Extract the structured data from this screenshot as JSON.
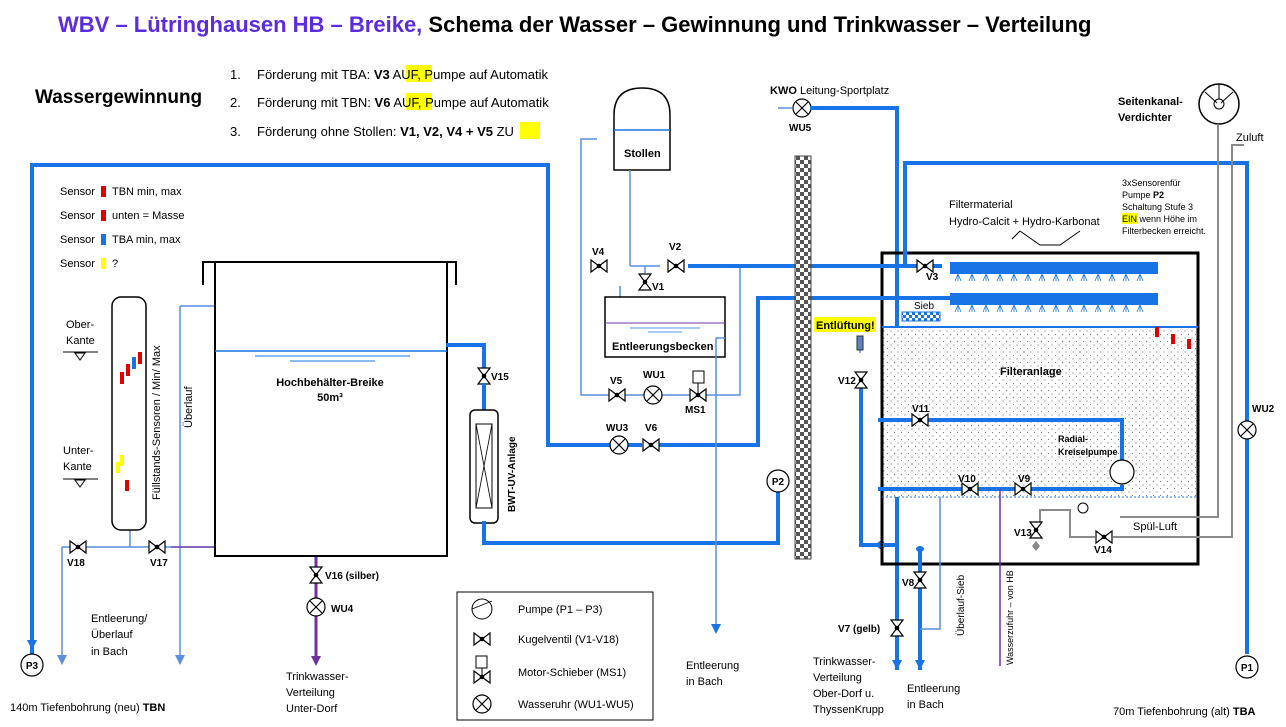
{
  "title": {
    "prefix": "WBV – Lütringhausen HB – Breike,",
    "rest": " Schema der Wasser – Gewinnung und Trinkwasser – Verteilung"
  },
  "wassergewinnung": "Wassergewinnung",
  "steps": [
    {
      "num": "1.",
      "text": "Förderung  mit TBA: ",
      "bold": "V3",
      "hl": "AUF",
      "tail": ", Pumpe  auf Automatik"
    },
    {
      "num": "2.",
      "text": "Förderung  mit TBN: ",
      "bold": "V6",
      "hl": "AUF",
      "tail": ", Pumpe  auf Automatik"
    },
    {
      "num": "3.",
      "text": "Förderung  ohne Stollen: ",
      "bold": "V1, V2, V4 + V5",
      "hl": "ZU",
      "tail": ""
    }
  ],
  "sensor_legend": [
    {
      "label": "Sensor",
      "text": "TBN min, max",
      "color": "#e00000"
    },
    {
      "label": "Sensor",
      "text": "unten = Masse",
      "color": "#e00000"
    },
    {
      "label": "Sensor",
      "text": "TBA min, max",
      "color": "#1874e6"
    },
    {
      "label": "Sensor",
      "text": "?",
      "color": "#ffff00"
    }
  ],
  "colors": {
    "pipe": "#1874e6",
    "title": "#5b2be0",
    "highlight": "#ffff00",
    "red": "#e00000",
    "purple": "#7030a0"
  },
  "labels": {
    "ober_kante_1": "Ober-",
    "ober_kante_2": "Kante",
    "unter_kante_1": "Unter-",
    "unter_kante_2": "Kante",
    "fuellstand": "Füllstands-Sensoren / Min/ Max",
    "ueberlauf": "Überlauf",
    "hochbehaelter_1": "Hochbehälter-Breike",
    "hochbehaelter_2": "50m³",
    "bwt": "BWT-UV-Anlage",
    "stollen": "Stollen",
    "entleerungsbecken": "Entleerungsbecken",
    "kwo": "KWO",
    "leitung_sportplatz": " Leitung-Sportplatz",
    "seitenkanal_1": "Seitenkanal-",
    "seitenkanal_2": "Verdichter",
    "zuluft": "Zuluft",
    "sensoren_1": "3xSensorenfür",
    "sensoren_2a": "Pumpe ",
    "sensoren_2b": "P2",
    "sensoren_3": "Schaltung Stufe 3",
    "sensoren_4a": "EIN",
    "sensoren_4b": " wenn Höhe im",
    "sensoren_5": "Filterbecken erreicht.",
    "filtermaterial_1": "Filtermaterial",
    "filtermaterial_2": "Hydro-Calcit + Hydro-Karbonat",
    "sieb": "Sieb",
    "entlueftung": "Entlüftung!",
    "filteranlage": "Filteranlage",
    "radial_1": "Radial-",
    "radial_2": "Kreiselpumpe",
    "spuel_luft": "Spül-Luft",
    "ueberlauf_sieb": "Überlauf-Sieb",
    "wasserzufuhr": "Wasserzufuhr – von HB",
    "entleerung_ueberlauf_1": "Entleerung/",
    "entleerung_ueberlauf_2": "Überlauf",
    "entleerung_ueberlauf_3": "in Bach",
    "trink_unter_1": "Trinkwasser-",
    "trink_unter_2": "Verteilung",
    "trink_unter_3": "Unter-Dorf",
    "entleerung_bach_1_1": "Entleerung",
    "entleerung_bach_1_2": "in Bach",
    "trink_ober_1": "Trinkwasser-",
    "trink_ober_2": "Verteilung",
    "trink_ober_3": "Ober-Dorf u.",
    "trink_ober_4": "ThyssenKrupp",
    "entleerung_bach_2_1": "Entleerung",
    "entleerung_bach_2_2": "in Bach",
    "bottom_left": "140m Tiefenbohrung (neu) ",
    "bottom_left_b": "TBN",
    "bottom_right": "70m Tiefenbohrung (alt) ",
    "bottom_right_b": "TBA"
  },
  "components": {
    "V1": "V1",
    "V2": "V2",
    "V3": "V3",
    "V4": "V4",
    "V5": "V5",
    "V6": "V6",
    "V7": "V7 (gelb)",
    "V8": "V8",
    "V9": "V9",
    "V10": "V10",
    "V11": "V11",
    "V12": "V12",
    "V13": "V13",
    "V14": "V14",
    "V15": "V15",
    "V16": "V16 (silber)",
    "V17": "V17",
    "V18": "V18",
    "WU1": "WU1",
    "WU2": "WU2",
    "WU3": "WU3",
    "WU4": "WU4",
    "WU5": "WU5",
    "MS1": "MS1",
    "P1": "P1",
    "P2": "P2",
    "P3": "P3"
  },
  "legend": [
    {
      "icon": "pump-icon",
      "text": "Pumpe (P1 – P3)"
    },
    {
      "icon": "ball-valve-icon",
      "text": "Kugelventil (V1-V18)"
    },
    {
      "icon": "motor-valve-icon",
      "text": "Motor-Schieber (MS1)"
    },
    {
      "icon": "water-meter-icon",
      "text": "Wasseruhr (WU1-WU5)"
    }
  ]
}
